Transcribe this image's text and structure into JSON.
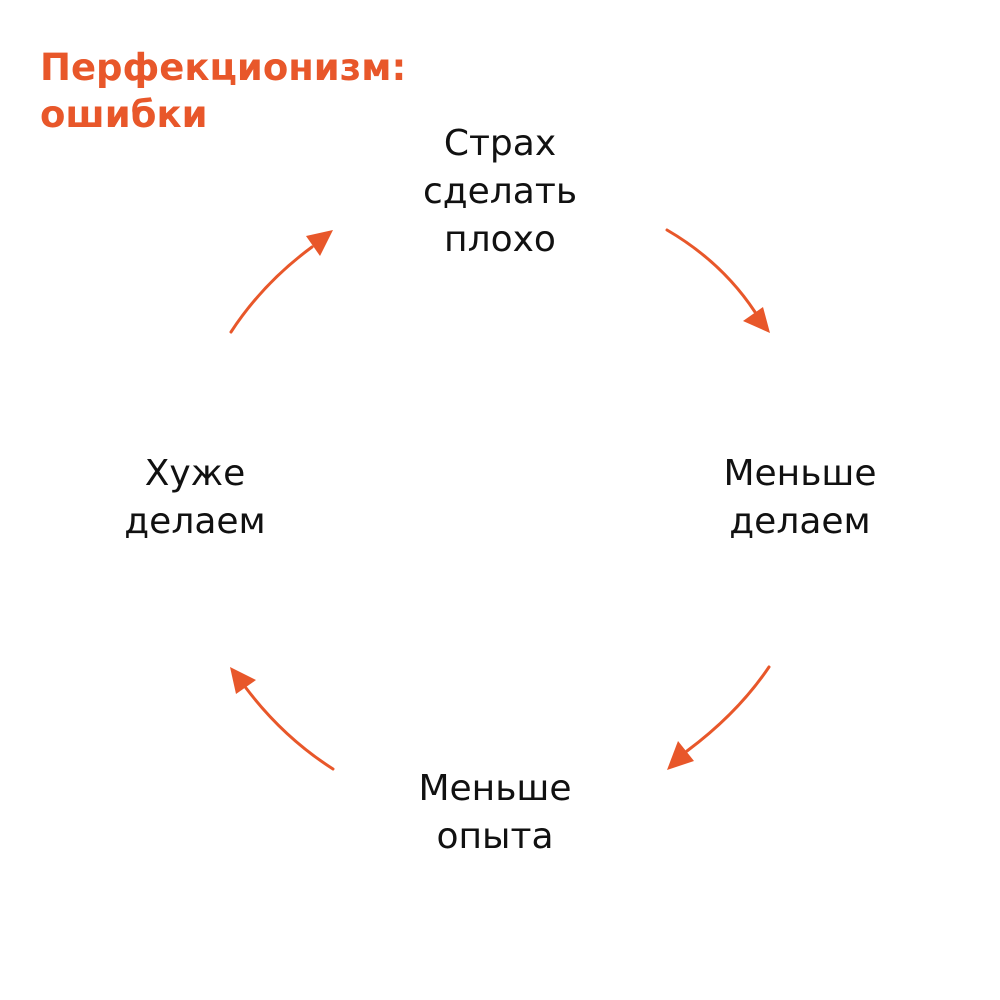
{
  "title": {
    "line1": "Перфекционизм:",
    "line2": "ошибки"
  },
  "cycle": [
    {
      "id": "top",
      "lines": [
        "Страх",
        "сделать",
        "плохо"
      ]
    },
    {
      "id": "right",
      "lines": [
        "Меньше",
        "делаем"
      ]
    },
    {
      "id": "bottom",
      "lines": [
        "Меньше",
        "опыта"
      ]
    },
    {
      "id": "left",
      "lines": [
        "Хуже",
        "делаем"
      ]
    }
  ],
  "colors": {
    "accent": "#e8572a",
    "text": "#111111",
    "background": "#ffffff"
  }
}
